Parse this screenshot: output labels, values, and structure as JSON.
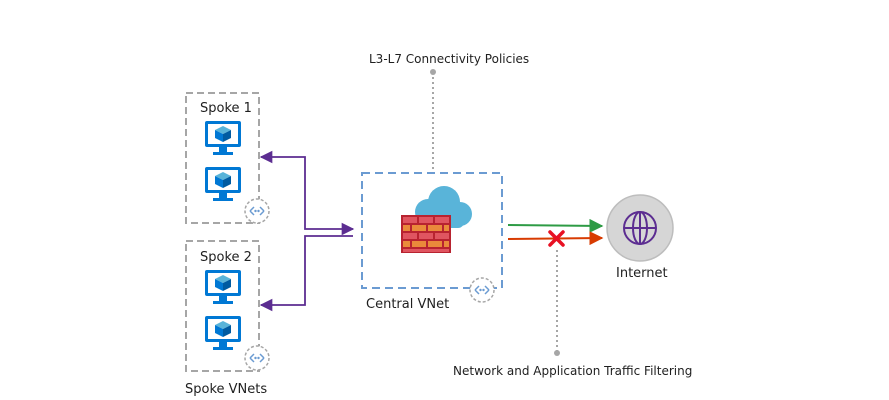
{
  "labels": {
    "policies": "L3-L7 Connectivity Policies",
    "spoke1": "Spoke 1",
    "spoke2": "Spoke 2",
    "central": "Central VNet",
    "internet": "Internet",
    "filtering": "Network and Application Traffic Filtering",
    "spoke_vnets": "Spoke VNets"
  },
  "colors": {
    "dashed_gray": "#a6a6a6",
    "dashed_blue": "#6b9bd2",
    "purple_arrow": "#5c2d91",
    "green_arrow": "#2e9b45",
    "red_arrow": "#d83b01",
    "block_x": "#e81123",
    "vm_blue": "#0078d4",
    "cloud_blue": "#59b4d9",
    "firewall_red": "#b82330",
    "firewall_orange": "#ea8a3b",
    "globe_gray": "#d6d6d6",
    "globe_purple": "#5c2d91"
  },
  "icons": {
    "vm": "virtual-machine-icon",
    "firewall": "firewall-icon",
    "cloud": "cloud-icon",
    "globe": "globe-icon",
    "peering": "vnet-peering-icon",
    "blocked": "blocked-x-icon"
  }
}
